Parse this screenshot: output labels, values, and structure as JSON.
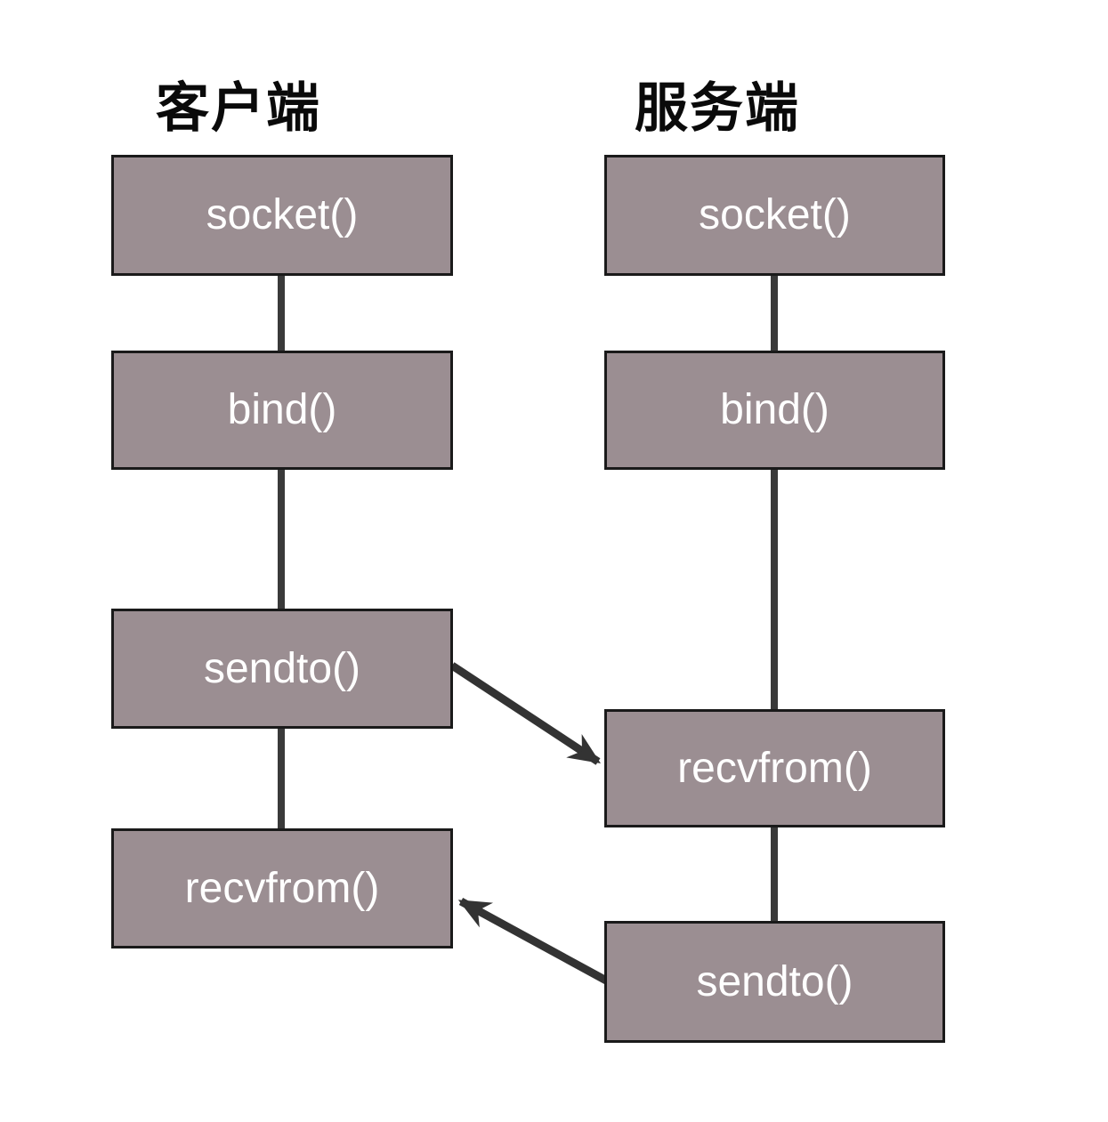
{
  "titles": {
    "client": "客户端",
    "server": "服务端"
  },
  "boxes": {
    "client_socket": "socket()",
    "client_bind": "bind()",
    "client_sendto": "sendto()",
    "client_recvfrom": "recvfrom()",
    "server_socket": "socket()",
    "server_bind": "bind()",
    "server_recvfrom": "recvfrom()",
    "server_sendto": "sendto()"
  },
  "flows": {
    "client_sequence": [
      "socket()",
      "bind()",
      "sendto()",
      "recvfrom()"
    ],
    "server_sequence": [
      "socket()",
      "bind()",
      "recvfrom()",
      "sendto()"
    ],
    "arrows": [
      {
        "from": "client.sendto()",
        "to": "server.recvfrom()"
      },
      {
        "from": "server.sendto()",
        "to": "client.recvfrom()"
      }
    ]
  },
  "colors": {
    "box_fill": "#9b8e92",
    "box_border": "#1a1a1a",
    "box_text": "#ffffff",
    "connector": "#3a3a3a",
    "arrow": "#333333",
    "title_text": "#0a0a0a",
    "background": "#ffffff"
  }
}
